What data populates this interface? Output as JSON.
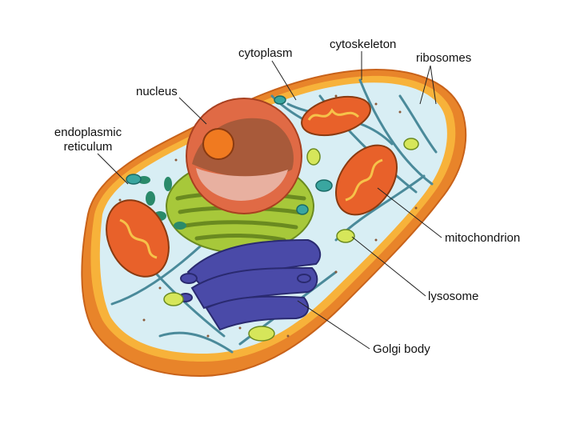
{
  "colors": {
    "membrane_outer": "#e8842a",
    "membrane_rim": "#f7b23a",
    "cytoplasm": "#d8eef4",
    "nucleus_outer": "#e06a45",
    "nucleolus": "#f07a20",
    "er_green": "#a7c83a",
    "golgi": "#4a4aa8",
    "mitochondrion": "#e8612a",
    "lysosome": "#d6e65a",
    "cytoskeleton": "#4a8a9a",
    "leader_line": "#222222"
  },
  "labels": {
    "cytoplasm": "cytoplasm",
    "cytoskeleton": "cytoskeleton",
    "ribosomes": "ribosomes",
    "nucleus": "nucleus",
    "endoplasmic_line1": "endoplasmic",
    "endoplasmic_line2": "reticulum",
    "mitochondrion": "mitochondrion",
    "lysosome": "lysosome",
    "golgi_body": "Golgi body"
  }
}
